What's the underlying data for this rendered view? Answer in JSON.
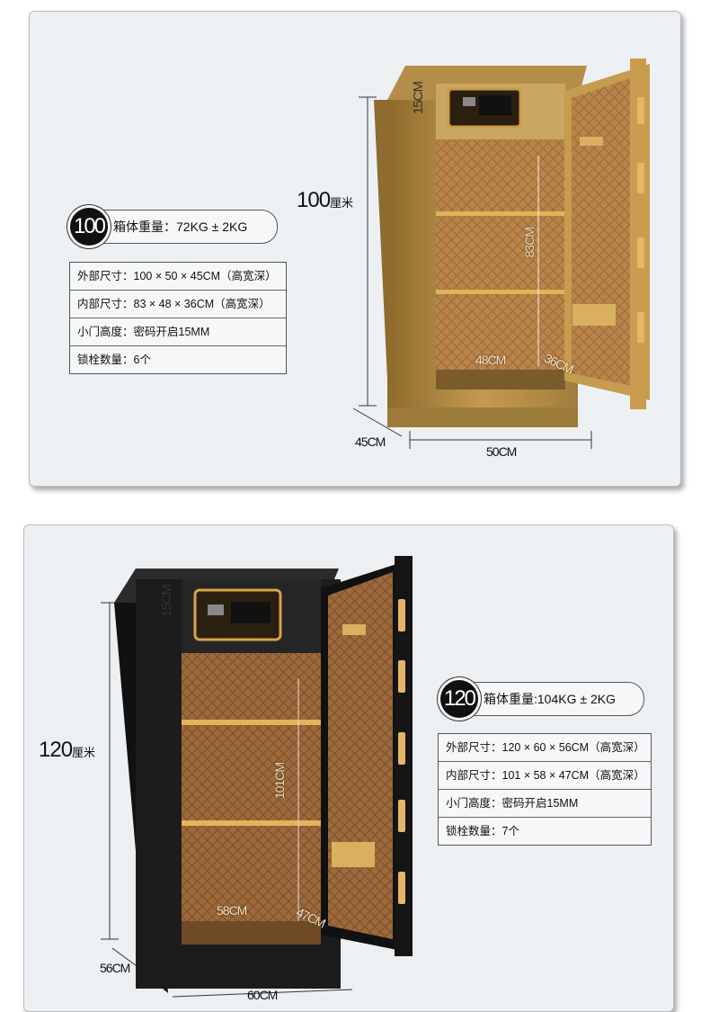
{
  "product_1": {
    "height_value": "100",
    "height_unit": "厘米",
    "top_gap": "15CM",
    "interior_height": "83CM",
    "interior_width": "48CM",
    "interior_depth": "36CM",
    "depth": "45CM",
    "width": "50CM",
    "badge_number": "100",
    "weight_text": "箱体重量：72KG ± 2KG",
    "specs": [
      "外部尺寸：100 × 50 × 45CM（高宽深）",
      "内部尺寸：83 × 48 × 36CM（高宽深）",
      "小门高度：密码开启15MM",
      "锁栓数量：6个"
    ],
    "body_color": "#a8823e",
    "door_color": "#c9a55a"
  },
  "product_2": {
    "height_value": "120",
    "height_unit": "厘米",
    "top_gap": "15CM",
    "interior_height": "101CM",
    "interior_width": "58CM",
    "interior_depth": "47CM",
    "depth": "56CM",
    "width": "60CM",
    "badge_number": "120",
    "weight_text": "箱体重量:104KG ± 2KG",
    "specs": [
      "外部尺寸：120 × 60 × 56CM（高宽深）",
      "内部尺寸：101 × 58 × 47CM（高宽深）",
      "小门高度：密码开启15MM",
      "锁栓数量：7个"
    ],
    "body_color": "#1a1a1a",
    "door_color": "#b07f3a"
  }
}
